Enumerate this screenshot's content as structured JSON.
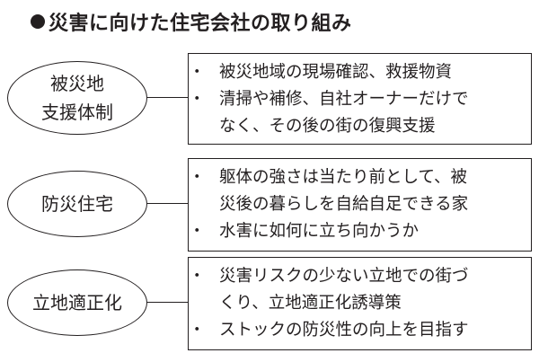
{
  "title": "災害に向けた住宅会社の取り組み",
  "bullet_char": "・",
  "rows": [
    {
      "category_lines": [
        "被災地",
        "支援体制"
      ],
      "items": [
        {
          "lines": [
            "被災地域の現場確認、救援物資"
          ]
        },
        {
          "lines": [
            "清掃や補修、自社オーナーだけで",
            "なく、その後の街の復興支援"
          ]
        }
      ]
    },
    {
      "category_lines": [
        "防災住宅"
      ],
      "items": [
        {
          "lines": [
            "躯体の強さは当たり前として、被",
            "災後の暮らしを自給自足できる家"
          ]
        },
        {
          "lines": [
            "水害に如何に立ち向かうか"
          ]
        }
      ]
    },
    {
      "category_lines": [
        "立地適正化"
      ],
      "items": [
        {
          "lines": [
            "災害リスクの少ない立地での街づ",
            "くり、立地適正化誘導策"
          ]
        },
        {
          "lines": [
            "ストックの防災性の向上を目指す"
          ]
        }
      ]
    }
  ]
}
